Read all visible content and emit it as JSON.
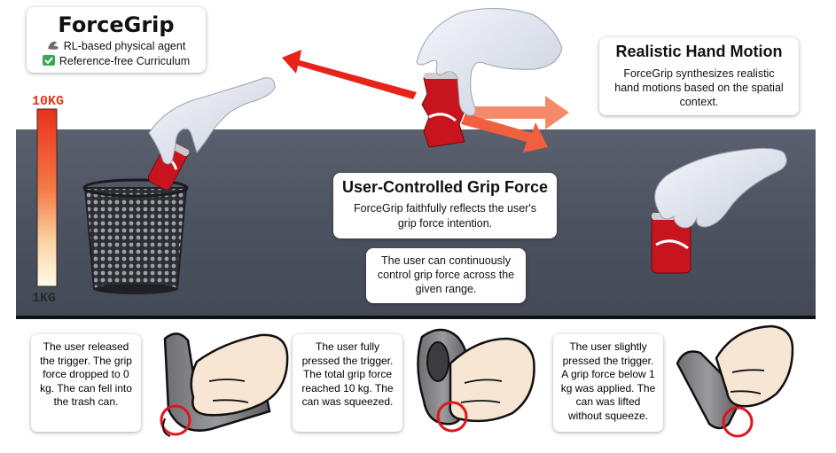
{
  "title": {
    "brand": "ForceGrip",
    "line1": "RL-based physical agent",
    "line2": "Reference-free Curriculum",
    "line1_icon": "flexed-biceps-emoji",
    "line2_icon": "check-mark-emoji"
  },
  "scale": {
    "top_label": "10KG",
    "bottom_label": "1KG",
    "top_color": "#e8311c",
    "bottom_color": "#fffbe8"
  },
  "motion": {
    "title": "Realistic Hand Motion",
    "body": "ForceGrip synthesizes realistic hand motions based on the spatial context."
  },
  "grip": {
    "title": "User-Controlled Grip Force",
    "body": "ForceGrip faithfully reflects the user's grip force intention."
  },
  "continuous": {
    "body": "The user can continuously control grip force across the given range."
  },
  "cases": [
    {
      "text": "The user released the trigger. The grip force dropped to 0 kg. The can fell into the trash can."
    },
    {
      "text": "The user fully pressed the trigger. The total grip force reached 10 kg. The can was squeezed."
    },
    {
      "text": "The user slightly pressed the trigger. A grip force below 1 kg was applied. The can was lifted without squeeze."
    }
  ],
  "colors": {
    "backdrop": "#4c5260",
    "floor_line": "#0f1114",
    "arrow_strong": "#e8231a",
    "arrow_light": "#f58a6a",
    "highlight_ring": "#e0141b",
    "can_red": "#c8141e"
  }
}
